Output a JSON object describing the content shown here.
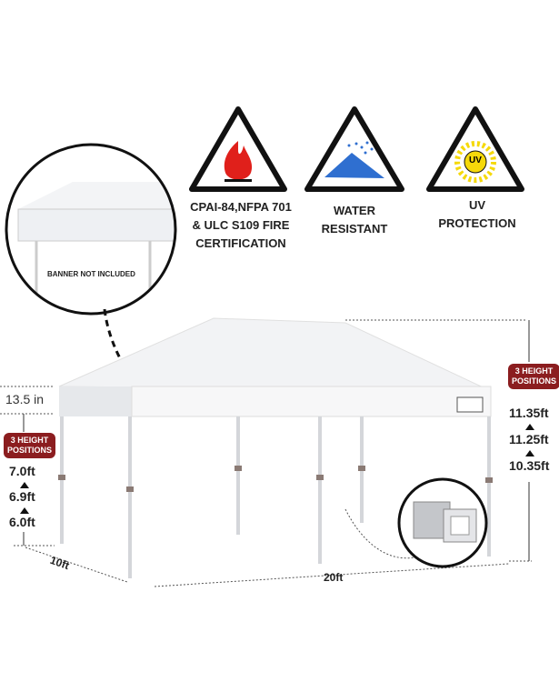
{
  "features": [
    {
      "label_lines": [
        "CPAI-84,NFPA 701",
        "& ULC S109 FIRE",
        "CERTIFICATION"
      ],
      "icon": "fire-icon"
    },
    {
      "label_lines": [
        "WATER",
        "RESISTANT"
      ],
      "icon": "water-icon"
    },
    {
      "label_lines": [
        "UV",
        "PROTECTION"
      ],
      "icon": "uv-sun-icon",
      "icon_text": "UV"
    }
  ],
  "inset": {
    "note": "BANNER NOT INCLUDED"
  },
  "valance": {
    "height": "13.5 in"
  },
  "leg_heights": {
    "badge_lines": [
      "3 HEIGHT",
      "POSITIONS"
    ],
    "values": [
      "7.0ft",
      "6.9ft",
      "6.0ft"
    ]
  },
  "peak_heights": {
    "badge_lines": [
      "3 HEIGHT",
      "POSITIONS"
    ],
    "values": [
      "11.35ft",
      "11.25ft",
      "10.35ft"
    ]
  },
  "dimensions": {
    "depth": "10ft",
    "width": "20ft"
  },
  "colors": {
    "badge": "#8b1d1f",
    "water": "#2f6fd0",
    "fire": "#e0201b",
    "sun": "#f5d90a"
  }
}
